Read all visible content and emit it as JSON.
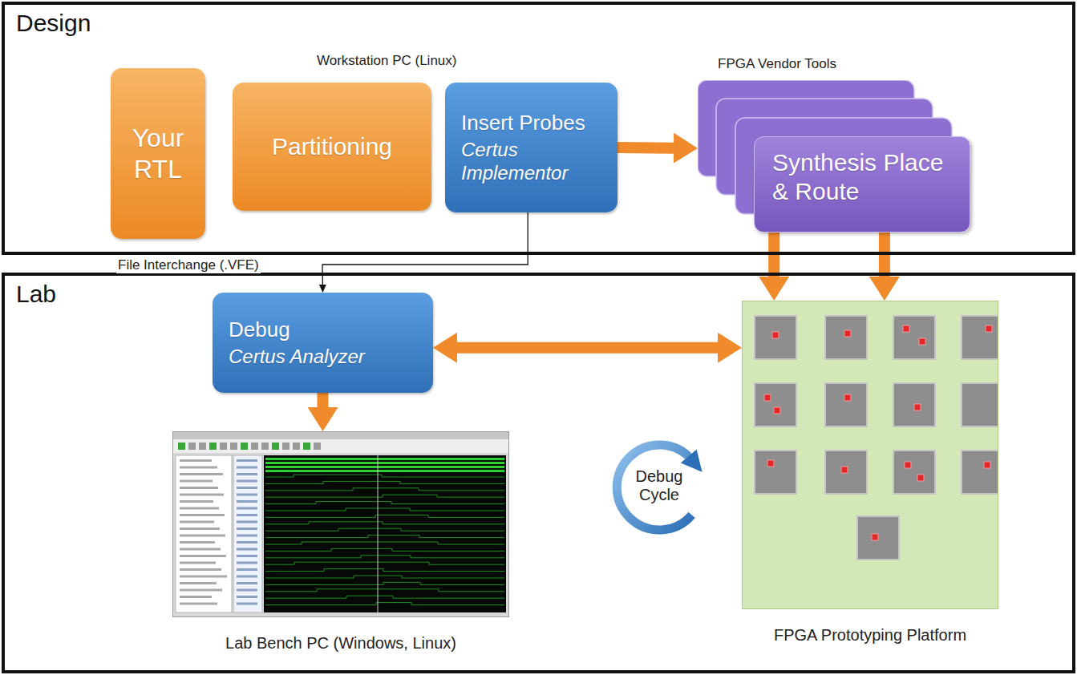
{
  "diagram": {
    "nodes": [
      {
        "text": [
          "Design"
        ]
      },
      {
        "text": [
          "Your RTL"
        ],
        "in": 0
      },
      {
        "text": [
          "Partitioning"
        ],
        "in": 0
      },
      {
        "text": [
          "Insert Probes",
          "Certus Implementor"
        ],
        "in": 0
      },
      {
        "text": [
          "FPGA Vendor Tools",
          "Synthesis Place & Route"
        ],
        "in": 0
      },
      {
        "text": [
          "Lab"
        ]
      },
      {
        "text": [
          "Debug",
          "Certus Analyzer"
        ],
        "in": 5
      },
      {
        "text": [
          "FPGA Prototyping Platform"
        ],
        "in": 5
      },
      {
        "text": [
          "Lab Bench PC (Windows, Linux)"
        ],
        "in": 5
      }
    ],
    "edges": [
      {
        "from": 3,
        "to": 4,
        "arrow": "to"
      },
      {
        "from": 3,
        "to": 6,
        "arrow": "to",
        "label": "File Interchange (.VFE)"
      },
      {
        "from": 4,
        "to": 7,
        "arrow": "to"
      },
      {
        "from": 4,
        "to": 7,
        "arrow": "to"
      },
      {
        "from": 6,
        "to": 7,
        "arrow": "both"
      },
      {
        "from": 6,
        "to": 8,
        "arrow": "to"
      }
    ],
    "labels": [
      "Workstation PC (Linux)",
      "Debug Cycle"
    ]
  }
}
